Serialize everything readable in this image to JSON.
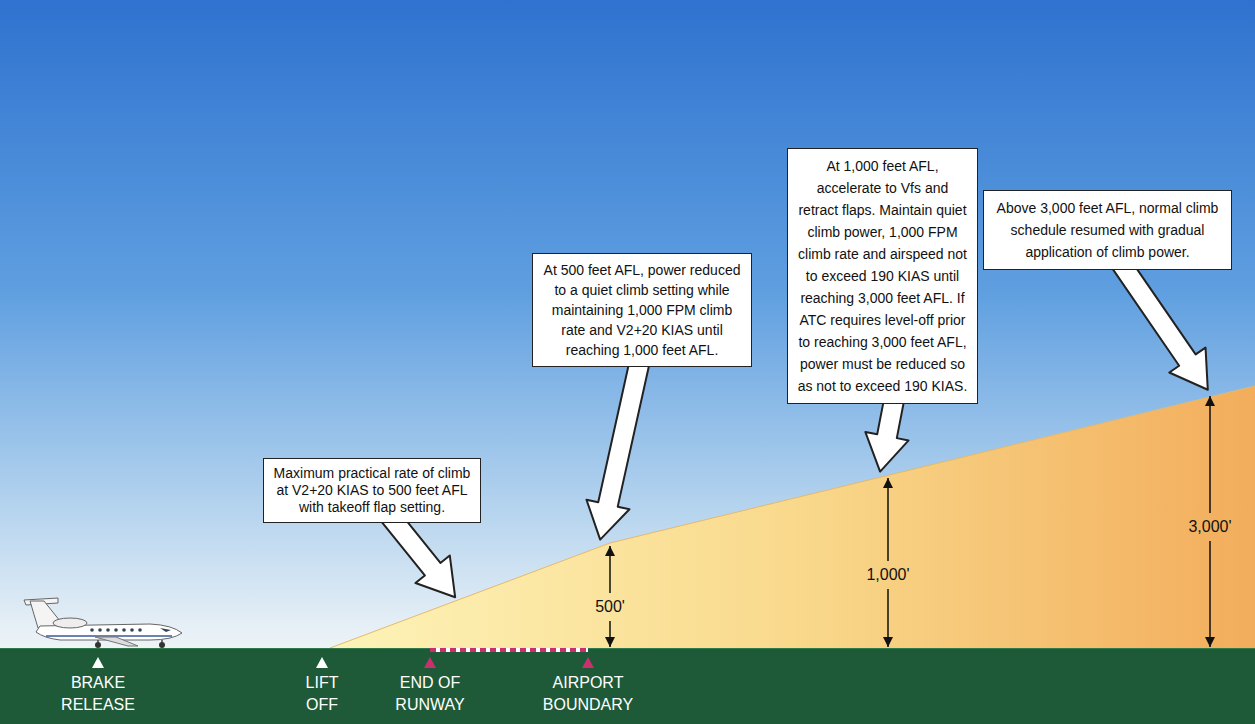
{
  "diagram": {
    "nodes": [
      {
        "text": [
          "Maximum practical rate of climb at V2+20 KIAS to 500 feet AFL with takeoff flap setting."
        ]
      },
      {
        "text": [
          "At 500 feet AFL, power reduced to a quiet climb setting while maintaining 1,000 FPM climb rate and V2+20 KIAS until reaching 1,000 feet AFL."
        ]
      },
      {
        "text": [
          "At 1,000 feet AFL, accelerate to Vfs and retract flaps. Maintain quiet climb power, 1,000 FPM climb rate and airspeed not to exceed 190 KIAS until reaching 3,000 feet AFL. If ATC requires level-off prior to reaching 3,000 feet AFL, power must be reduced so as not to exceed 190 KIAS."
        ]
      },
      {
        "text": [
          "Above 3,000 feet AFL, normal climb schedule resumed with gradual application of climb power."
        ]
      }
    ],
    "labels": [
      "BRAKE RELEASE",
      "LIFT OFF",
      "END OF RUNWAY",
      "AIRPORT BOUNDARY",
      "500'",
      "1,000'",
      "3,000'"
    ]
  }
}
